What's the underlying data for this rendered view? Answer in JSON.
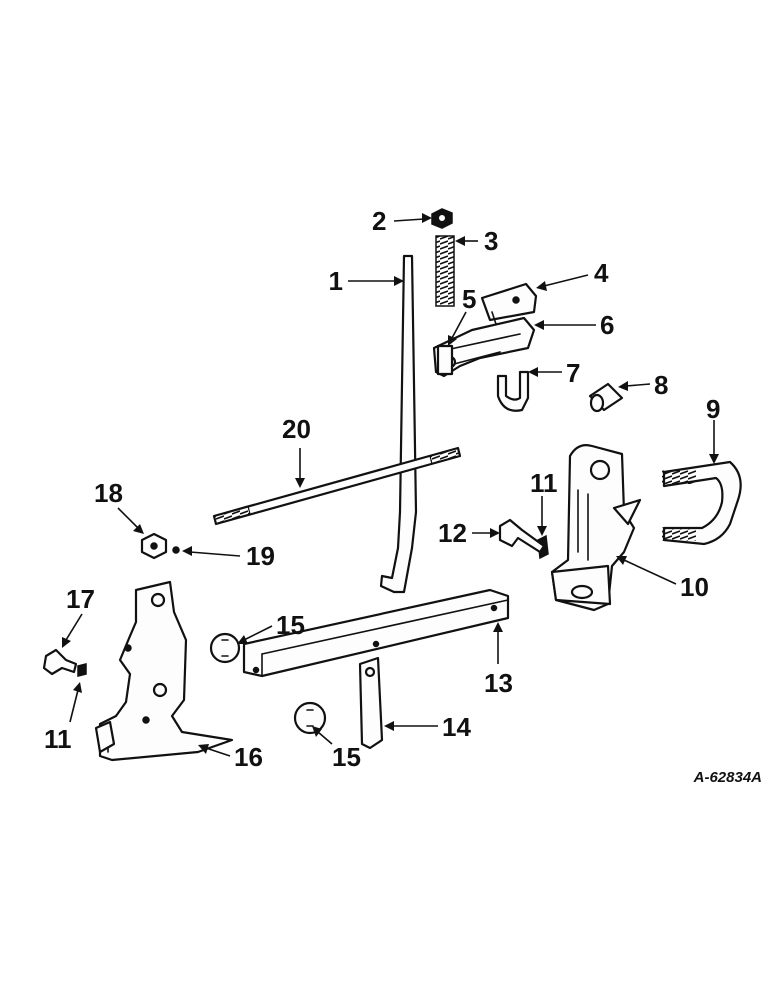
{
  "drawing_code": "A-62834A",
  "callouts": [
    {
      "id": "c1",
      "text": "1"
    },
    {
      "id": "c2",
      "text": "2"
    },
    {
      "id": "c3",
      "text": "3"
    },
    {
      "id": "c4",
      "text": "4"
    },
    {
      "id": "c5",
      "text": "5"
    },
    {
      "id": "c6",
      "text": "6"
    },
    {
      "id": "c7",
      "text": "7"
    },
    {
      "id": "c8",
      "text": "8"
    },
    {
      "id": "c9",
      "text": "9"
    },
    {
      "id": "c10",
      "text": "10"
    },
    {
      "id": "c11a",
      "text": "11"
    },
    {
      "id": "c11b",
      "text": "11"
    },
    {
      "id": "c12",
      "text": "12"
    },
    {
      "id": "c13",
      "text": "13"
    },
    {
      "id": "c14",
      "text": "14"
    },
    {
      "id": "c15a",
      "text": "15"
    },
    {
      "id": "c15b",
      "text": "15"
    },
    {
      "id": "c16",
      "text": "16"
    },
    {
      "id": "c17",
      "text": "17"
    },
    {
      "id": "c18",
      "text": "18"
    },
    {
      "id": "c19",
      "text": "19"
    },
    {
      "id": "c20",
      "text": "20"
    }
  ],
  "colors": {
    "ink": "#111111",
    "paper": "#ffffff"
  }
}
